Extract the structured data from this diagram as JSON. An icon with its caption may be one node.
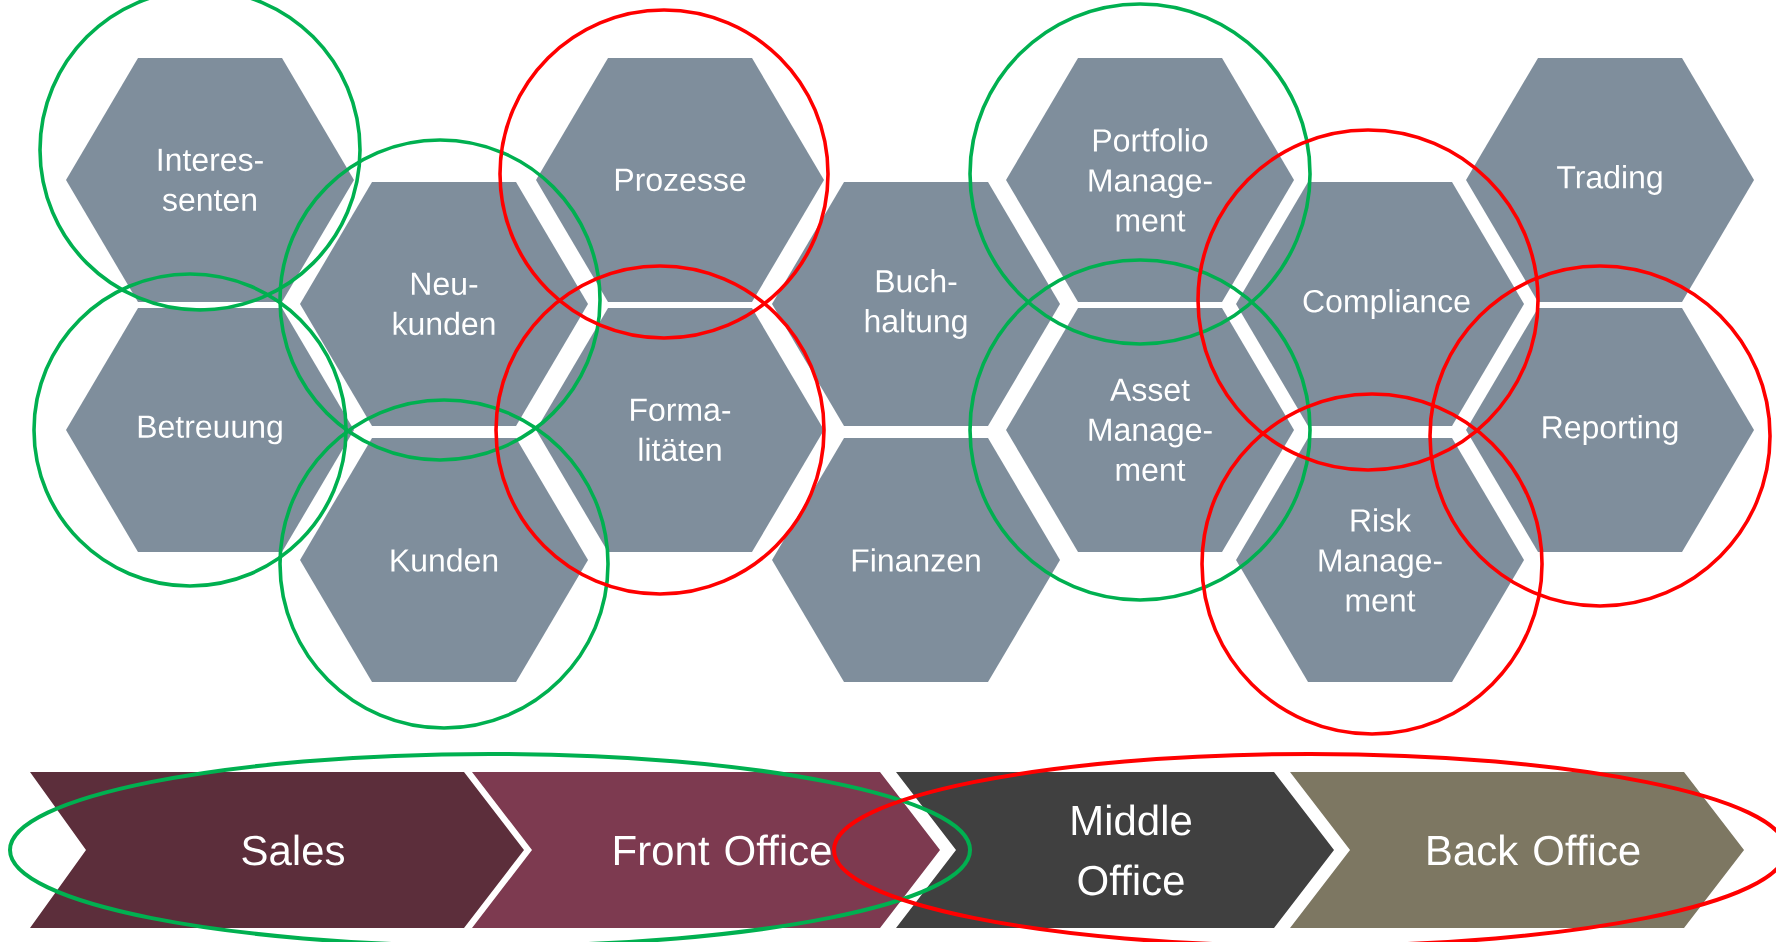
{
  "diagram": {
    "nodes": [
      {
        "text": [
          "Interes- senten"
        ]
      },
      {
        "text": [
          "Betreuung"
        ]
      },
      {
        "text": [
          "Neu- kunden"
        ]
      },
      {
        "text": [
          "Kunden"
        ]
      },
      {
        "text": [
          "Prozesse"
        ]
      },
      {
        "text": [
          "Forma- litäten"
        ]
      },
      {
        "text": [
          "Buch- haltung"
        ]
      },
      {
        "text": [
          "Finanzen"
        ]
      },
      {
        "text": [
          "Portfolio Manage- ment"
        ]
      },
      {
        "text": [
          "Asset Manage- ment"
        ]
      },
      {
        "text": [
          "Compliance"
        ]
      },
      {
        "text": [
          "Risk Manage- ment"
        ]
      },
      {
        "text": [
          "Trading"
        ]
      },
      {
        "text": [
          "Reporting"
        ]
      },
      {
        "text": [
          "Sales"
        ]
      },
      {
        "text": [
          "Front Office"
        ]
      },
      {
        "text": [
          "Middle Office"
        ]
      },
      {
        "text": [
          "Back Office"
        ]
      }
    ],
    "edges": []
  }
}
